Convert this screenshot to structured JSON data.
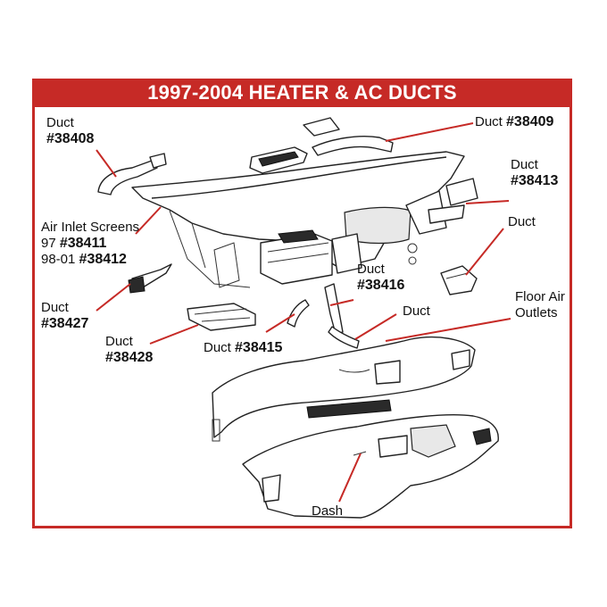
{
  "title": "1997-2004 HEATER & AC DUCTS",
  "labels": {
    "duct_38408": {
      "name": "Duct",
      "part": "#38408"
    },
    "duct_38409": {
      "name": "Duct ",
      "part": "#38409"
    },
    "duct_38413": {
      "name": "Duct",
      "part": "#38413"
    },
    "duct_plain_right": {
      "name": "Duct"
    },
    "air_inlet": {
      "line1": "Air Inlet Screens",
      "line2_prefix": "97 ",
      "line2_part": "#38411",
      "line3_prefix": "98-01 ",
      "line3_part": "#38412"
    },
    "duct_38416": {
      "name": "Duct",
      "part": "#38416"
    },
    "duct_plain_center": {
      "name": "Duct"
    },
    "floor_air": {
      "line1": "Floor Air",
      "line2": "Outlets"
    },
    "duct_38427": {
      "name": "Duct",
      "part": "#38427"
    },
    "duct_38428": {
      "name": "Duct",
      "part": "#38428"
    },
    "duct_38415": {
      "name": "Duct ",
      "part": "#38415"
    },
    "dash": {
      "name": "Dash"
    }
  },
  "colors": {
    "accent": "#c62a26",
    "banner_text": "#ffffff",
    "line_art": "#222222"
  }
}
